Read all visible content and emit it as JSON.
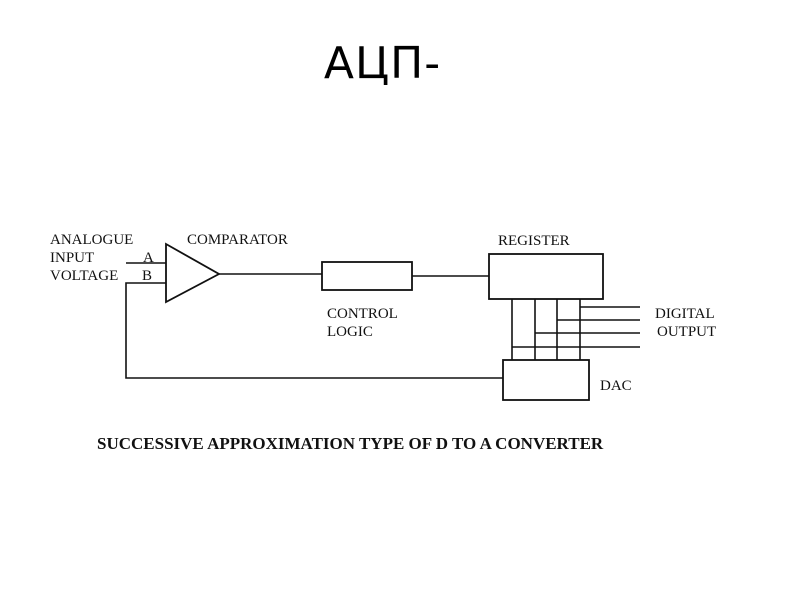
{
  "slide": {
    "title": "АЦП-"
  },
  "diagram": {
    "input_label_lines": [
      "ANALOGUE",
      "INPUT",
      "VOLTAGE"
    ],
    "input_a": "A",
    "input_b": "B",
    "comparator_label": "COMPARATOR",
    "control_logic_label_lines": [
      "CONTROL",
      "LOGIC"
    ],
    "register_label": "REGISTER",
    "digital_output_label_lines": [
      "DIGITAL",
      "OUTPUT"
    ],
    "dac_label": "DAC",
    "bit_lines": 4,
    "caption": "SUCCESSIVE APPROXIMATION TYPE OF D TO A CONVERTER"
  }
}
